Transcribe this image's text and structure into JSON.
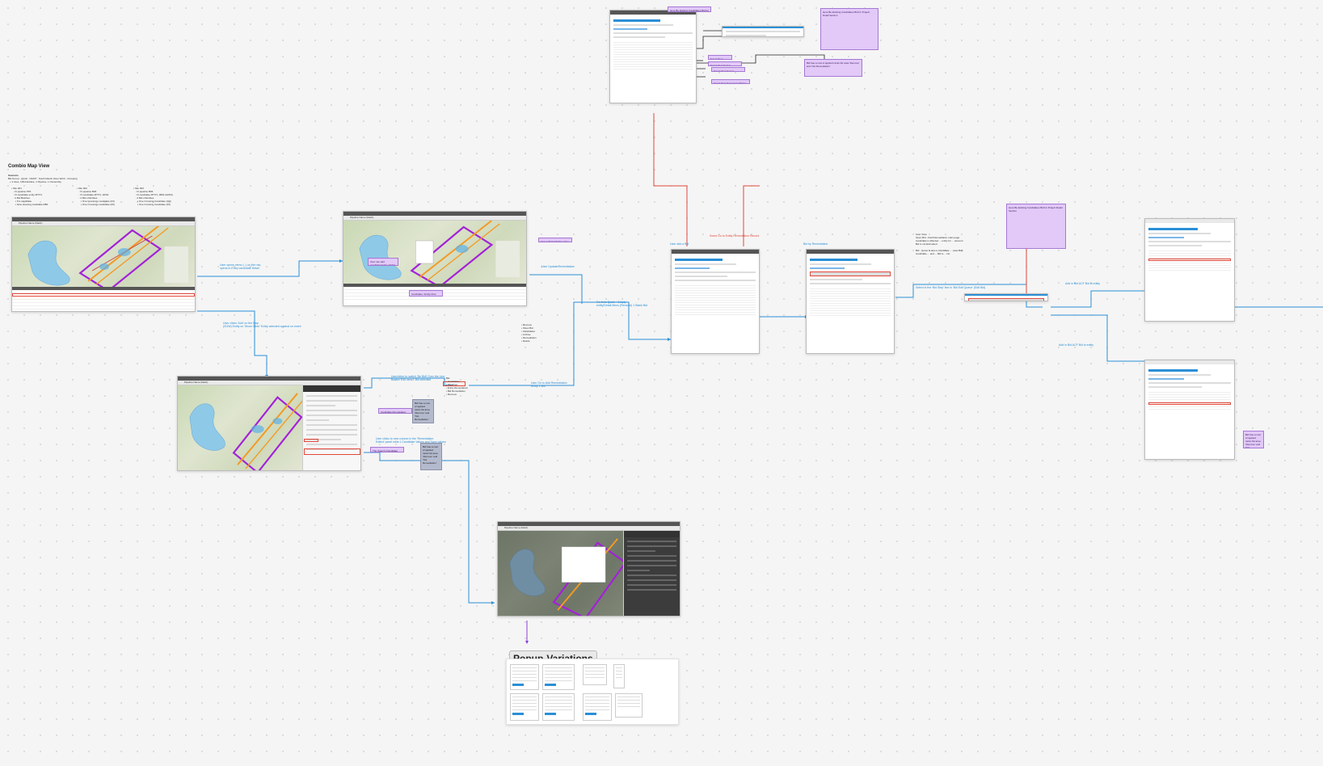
{
  "canvas_title": "Combio Map View",
  "scenario": {
    "heading": "Scenario",
    "line1": "Bid Group - Quick - NGMT : South Ranch Zone Work - Grouping",
    "line2": "+ 2 sites, 4 Bid Entities, 1 Pipeline, 1 Ownership",
    "column1": "• Site 001\n   ◦ Fl.pipeline PP1\n   ◦ Fl.candidate entity MT/71\n   ◦ 2 Bid Batches\n      ▪ Fm.candidate\n      ▪ New Housing candidate MB1",
    "column2": "• Site 002\n   ◦ Fl.pipeline B06\n   ◦ Fl.candidate MT/71, 02/03\n   ◦ 2 Bid of Entities\n      ▪ One Crossings candidate (03)\n      ▪ One Crossings candidate (05)",
    "column3": "• Site 003\n   ◦ Fl.pipeline B06\n   ◦ Fl.candidate MT/71, 0804 (02/03)\n   ◦ 2 Bid of Entities\n      ▪ One Crossing Candidate (Q3)\n      ▪ One Crossing Candidate (03)"
  },
  "screens": {
    "map_list_title": "Pipeline Name (Dash)",
    "map_context_title": "Pipeline Name (Dash)",
    "map_panel_title": "Pipeline Name (Dash)",
    "map_popup_title": "Pipeline Name (Dash)"
  },
  "edge_labels": {
    "e1": "User opens menu (..) on the row,\nopens in-Entry candidate Detail",
    "e2": "User clicks 'Add' on the Map\n(SOW) Entity on 'Show Other' Entity selected against on event",
    "e3": "User Update Remediation",
    "e4": "Go from Quick + Empty\nentity/Detail Menu (Remove) 1 Blank Bid",
    "e5": "User/other to switch 'Be Bidi' Over the Line\nBacker Edit view 1 Bid selected",
    "e6": "User Go to Add Remediation\nEntity 1 Bid",
    "e7": "User clicks to new column in the 'Remediation\nEdited' panel edits 1 Candidate Values and Save values",
    "e8": "Some Go to Entity Remediation Record",
    "e9": "User add a Bid",
    "e10": "Bid by Remediation",
    "e11": "Add in Bid ACF Bid to entity",
    "e12": "Select in the ‘Bid Step’ line in ‘Bid Edit Queue’ (Edit Bid)"
  },
  "notes": {
    "n1": "User can add candidate/entity. Visible field...",
    "n2": "User add Candidate value + SOW (Bid Bid)",
    "n3": "Candidate / Entity Row Notes Indicated",
    "n4": "Candidate Remediation Bids",
    "n5": "The Search (Candidate Notes)",
    "n6": "Bid has a cost of applied ranks list area 'Remove' and 'Not Remediation'",
    "n7": "Here Be Existing Candidates Bid for Project Detail Section",
    "n8": "Select Tool: Select Candidates"
  },
  "text_blocks": {
    "list_context": "User View\nOpen Bid - Field Remediation main page\nCandidate is affected ... entity for ... account\nBid is not Estimated\n\nBid - Quote is also a Candidate ... (new Bid)\nCandidate ... and ... Bid is ... list"
  },
  "popup_variations": "Popup-Variations"
}
